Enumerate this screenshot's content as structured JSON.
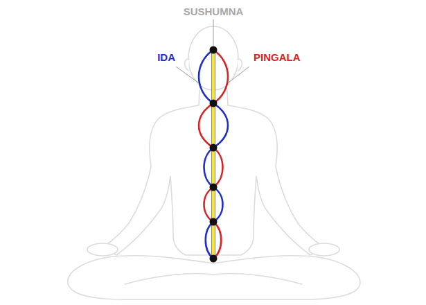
{
  "diagram": {
    "labels": [
      "SUSHUMNA",
      "IDA",
      "PINGALA"
    ]
  }
}
